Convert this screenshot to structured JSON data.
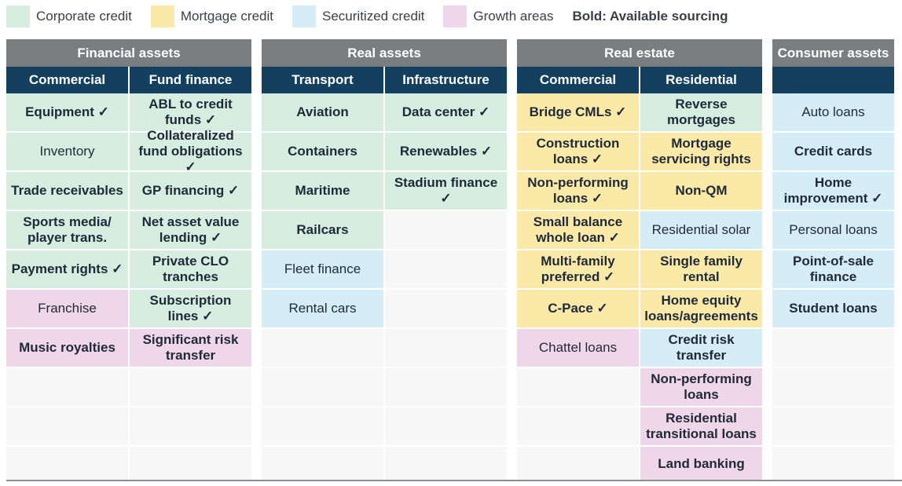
{
  "legend": {
    "items": [
      {
        "label": "Corporate credit",
        "color": "#d6ede0"
      },
      {
        "label": "Mortgage credit",
        "color": "#fbe9a8"
      },
      {
        "label": "Securitized credit",
        "color": "#d5edf6"
      },
      {
        "label": "Growth areas",
        "color": "#f0d6ea"
      }
    ],
    "note": "Bold: Available sourcing"
  },
  "groups": [
    {
      "title": "Financial assets",
      "columns": [
        {
          "header": "Commercial",
          "cells": [
            {
              "text": "Equipment ✓",
              "cat": "c",
              "bold": true
            },
            {
              "text": "Inventory",
              "cat": "c",
              "bold": false
            },
            {
              "text": "Trade receivables",
              "cat": "c",
              "bold": true
            },
            {
              "text": "Sports media/ player trans.",
              "cat": "c",
              "bold": true
            },
            {
              "text": "Payment rights ✓",
              "cat": "c",
              "bold": true
            },
            {
              "text": "Franchise",
              "cat": "g",
              "bold": false
            },
            {
              "text": "Music royalties",
              "cat": "g",
              "bold": true
            }
          ]
        },
        {
          "header": "Fund finance",
          "cells": [
            {
              "text": "ABL to credit funds ✓",
              "cat": "c",
              "bold": true
            },
            {
              "text": "Collateralized fund obligations ✓",
              "cat": "c",
              "bold": true
            },
            {
              "text": "GP financing ✓",
              "cat": "c",
              "bold": true
            },
            {
              "text": "Net asset value lending ✓",
              "cat": "c",
              "bold": true
            },
            {
              "text": "Private CLO tranches",
              "cat": "c",
              "bold": true
            },
            {
              "text": "Subscription lines ✓",
              "cat": "c",
              "bold": true
            },
            {
              "text": "Significant risk transfer",
              "cat": "g",
              "bold": true
            }
          ]
        }
      ]
    },
    {
      "title": "Real assets",
      "columns": [
        {
          "header": "Transport",
          "cells": [
            {
              "text": "Aviation",
              "cat": "c",
              "bold": true
            },
            {
              "text": "Containers",
              "cat": "c",
              "bold": true
            },
            {
              "text": "Maritime",
              "cat": "c",
              "bold": true
            },
            {
              "text": "Railcars",
              "cat": "c",
              "bold": true
            },
            {
              "text": "Fleet finance",
              "cat": "s",
              "bold": false
            },
            {
              "text": "Rental cars",
              "cat": "s",
              "bold": false
            }
          ]
        },
        {
          "header": "Infrastructure",
          "cells": [
            {
              "text": "Data center ✓",
              "cat": "c",
              "bold": true
            },
            {
              "text": "Renewables ✓",
              "cat": "c",
              "bold": true
            },
            {
              "text": "Stadium finance ✓",
              "cat": "c",
              "bold": true
            }
          ]
        }
      ]
    },
    {
      "title": "Real estate",
      "columns": [
        {
          "header": "Commercial",
          "cells": [
            {
              "text": "Bridge CMLs ✓",
              "cat": "m",
              "bold": true
            },
            {
              "text": "Construction loans ✓",
              "cat": "m",
              "bold": true
            },
            {
              "text": "Non-performing loans ✓",
              "cat": "m",
              "bold": true
            },
            {
              "text": "Small balance whole loan ✓",
              "cat": "m",
              "bold": true
            },
            {
              "text": "Multi-family preferred ✓",
              "cat": "m",
              "bold": true
            },
            {
              "text": "C-Pace ✓",
              "cat": "m",
              "bold": true
            },
            {
              "text": "Chattel loans",
              "cat": "g",
              "bold": false
            }
          ]
        },
        {
          "header": "Residential",
          "cells": [
            {
              "text": "Reverse mortgages",
              "cat": "c",
              "bold": true
            },
            {
              "text": "Mortgage servicing rights",
              "cat": "m",
              "bold": true
            },
            {
              "text": "Non-QM",
              "cat": "m",
              "bold": true
            },
            {
              "text": "Residential solar",
              "cat": "s",
              "bold": false
            },
            {
              "text": "Single family rental",
              "cat": "m",
              "bold": true
            },
            {
              "text": "Home equity loans/agreements",
              "cat": "m",
              "bold": true
            },
            {
              "text": "Credit risk transfer",
              "cat": "s",
              "bold": true
            },
            {
              "text": "Non-performing loans",
              "cat": "g",
              "bold": true
            },
            {
              "text": "Residential transitional loans",
              "cat": "g",
              "bold": true
            },
            {
              "text": "Land banking",
              "cat": "g",
              "bold": true
            }
          ]
        }
      ]
    },
    {
      "title": "Consumer assets",
      "columns": [
        {
          "header": "",
          "cells": [
            {
              "text": "Auto loans",
              "cat": "s",
              "bold": false
            },
            {
              "text": "Credit cards",
              "cat": "s",
              "bold": true
            },
            {
              "text": "Home improvement ✓",
              "cat": "s",
              "bold": true
            },
            {
              "text": "Personal loans",
              "cat": "s",
              "bold": false
            },
            {
              "text": "Point-of-sale finance",
              "cat": "s",
              "bold": true
            },
            {
              "text": "Student loans",
              "cat": "s",
              "bold": true
            }
          ]
        }
      ]
    }
  ]
}
